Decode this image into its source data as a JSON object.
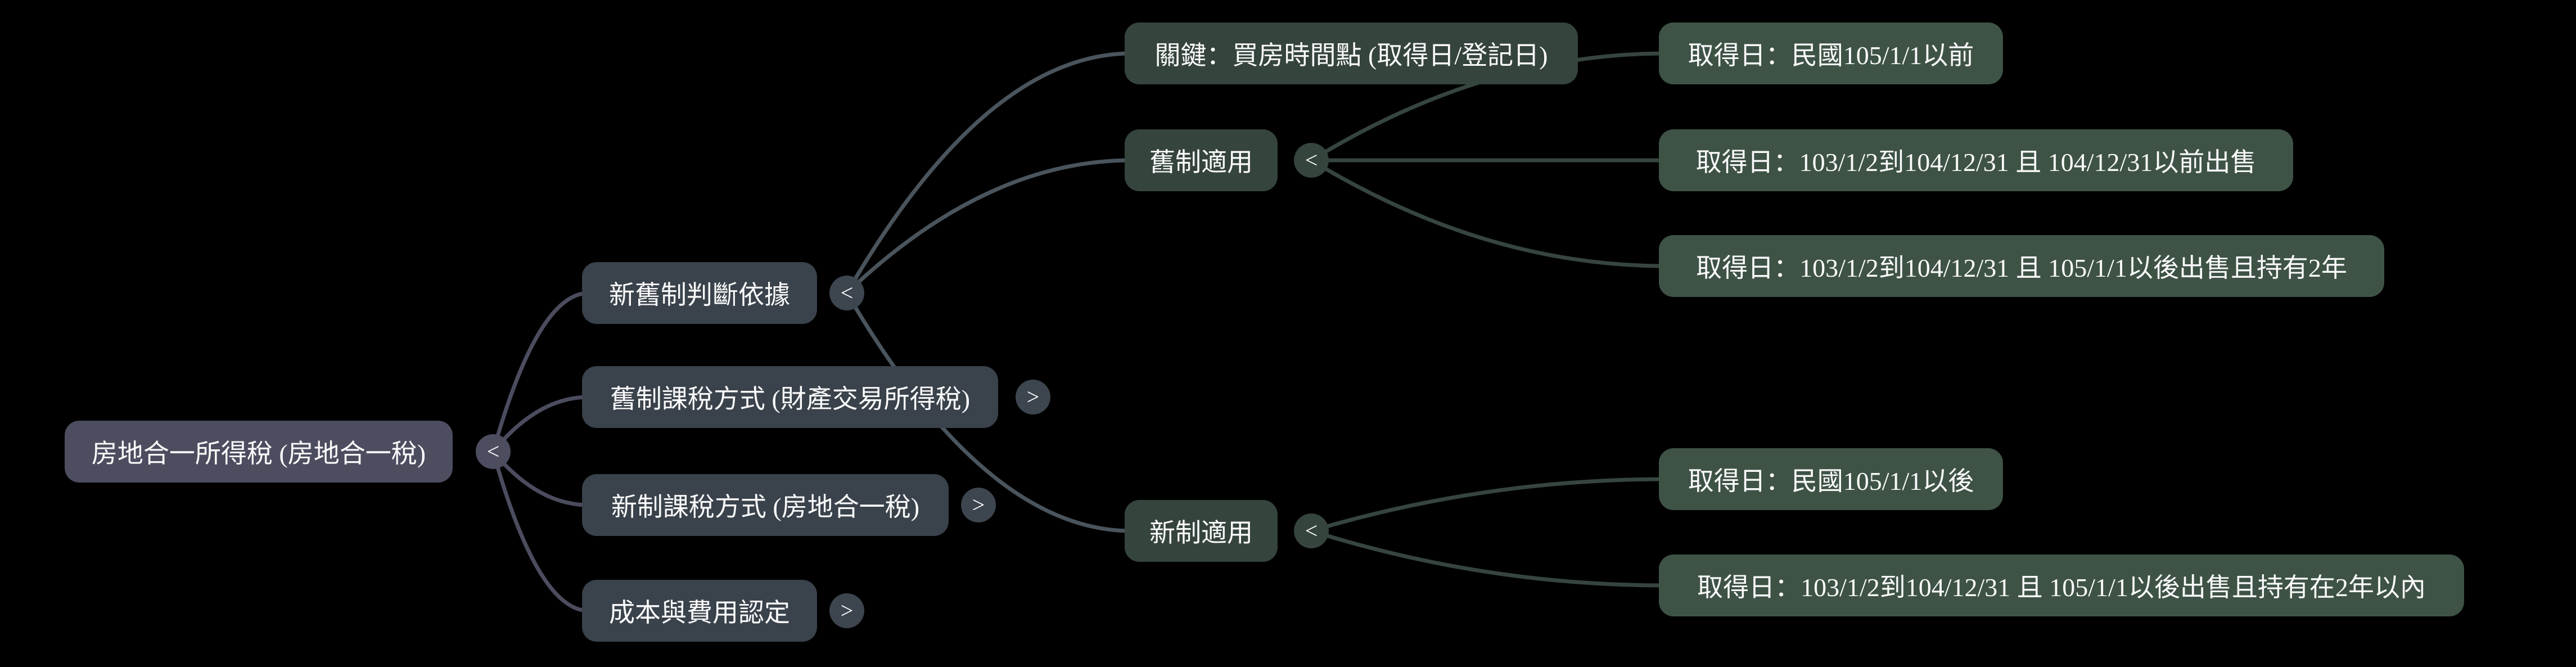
{
  "canvas": {
    "background": "#000000"
  },
  "palette": {
    "root_branch": "#4d4d60",
    "root_link": "#4b4c5e",
    "level2_box": "#3a424b",
    "level2_button": "#3d454e",
    "level2_link": "#4a545c",
    "level3_box": "#35443c",
    "level3_link": "#36453d",
    "leaf_box": "#3e5346",
    "text": "#fafafa"
  },
  "glyphs": {
    "collapse": "<",
    "expand": ">"
  },
  "nodes": {
    "root": {
      "label": "房地合一所得稅 (房地合一稅)",
      "toggle": "<"
    },
    "judge_basis": {
      "label": "新舊制判斷依據",
      "toggle": "<"
    },
    "old_tax_method": {
      "label": "舊制課稅方式 (財產交易所得稅)",
      "toggle": ">"
    },
    "new_tax_method": {
      "label": "新制課稅方式 (房地合一稅)",
      "toggle": ">"
    },
    "cost_recognition": {
      "label": "成本與費用認定",
      "toggle": ">"
    },
    "key_timing": {
      "label": "關鍵：買房時間點 (取得日/登記日)"
    },
    "old_applicable": {
      "label": "舊制適用",
      "toggle": "<"
    },
    "new_applicable": {
      "label": "新制適用",
      "toggle": "<"
    },
    "old_leaf_1": {
      "label": "取得日：民國105/1/1以前"
    },
    "old_leaf_2": {
      "label": "取得日：103/1/2到104/12/31 且 104/12/31以前出售"
    },
    "old_leaf_3": {
      "label": "取得日：103/1/2到104/12/31 且 105/1/1以後出售且持有2年"
    },
    "new_leaf_1": {
      "label": "取得日：民國105/1/1以後"
    },
    "new_leaf_2": {
      "label": "取得日：103/1/2到104/12/31 且 105/1/1以後出售且持有在2年以內"
    }
  }
}
